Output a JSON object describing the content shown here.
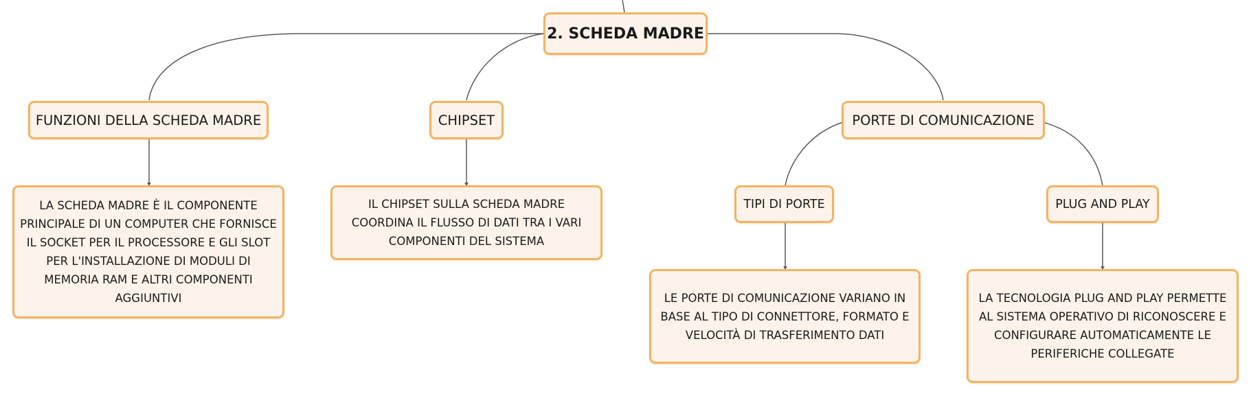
{
  "diagram": {
    "type": "mind-map",
    "colors": {
      "node_fill": "#fdf3ea",
      "node_border": "#f4b461",
      "connector": "#5a5a5a",
      "text": "#1a1a1a"
    },
    "root": {
      "label": "2. SCHEDA MADRE"
    },
    "branches": [
      {
        "label": "FUNZIONI DELLA SCHEDA MADRE",
        "description": "LA SCHEDA MADRE È IL COMPONENTE PRINCIPALE DI UN COMPUTER CHE FORNISCE IL SOCKET PER IL PROCESSORE E GLI SLOT PER L'INSTALLAZIONE DI MODULI DI MEMORIA RAM E ALTRI COMPONENTI AGGIUNTIVI"
      },
      {
        "label": "CHIPSET",
        "description": "IL CHIPSET SULLA SCHEDA MADRE COORDINA IL FLUSSO DI DATI TRA I VARI COMPONENTI DEL SISTEMA"
      },
      {
        "label": "PORTE DI COMUNICAZIONE",
        "children": [
          {
            "label": "TIPI DI PORTE",
            "description": "LE PORTE DI COMUNICAZIONE VARIANO IN BASE AL TIPO DI CONNETTORE, FORMATO E VELOCITÀ DI TRASFERIMENTO DATI"
          },
          {
            "label": "PLUG AND PLAY",
            "description": "LA TECNOLOGIA PLUG AND PLAY PERMETTE AL SISTEMA OPERATIVO DI RICONOSCERE E CONFIGURARE AUTOMATICAMENTE LE PERIFERICHE COLLEGATE"
          }
        ]
      }
    ]
  }
}
